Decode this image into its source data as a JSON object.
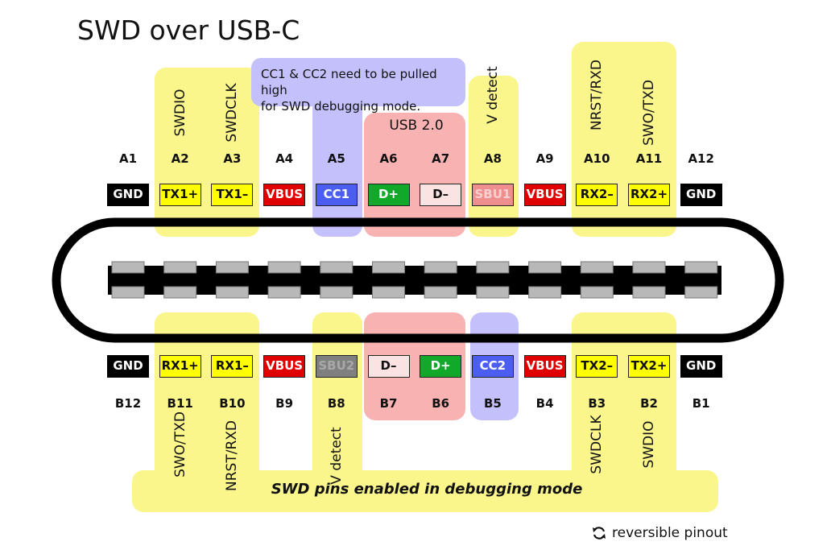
{
  "title": "SWD over USB-C",
  "note": [
    "CC1 & CC2 need to be pulled high",
    "for SWD debugging mode."
  ],
  "usb2_label": "USB 2.0",
  "bottom_note": "SWD pins enabled in debugging mode",
  "reversible_label": "reversible pinout",
  "colors": {
    "gnd": "#000000",
    "tx_rx": "#ffff00",
    "vbus": "#e10000",
    "cc": "#4c5ef2",
    "data_plus": "#12a92a",
    "data_minus": "#fbe3e3",
    "sbu1": "#ef8e8e",
    "sbu2": "#7f7f7f",
    "yellow_highlight": "#fbf68c",
    "purple_highlight": "#c4c0fb",
    "pink_highlight": "#f9b2b2"
  },
  "top_row": [
    {
      "pin": "A1",
      "signal": "GND",
      "style": "gnd"
    },
    {
      "pin": "A2",
      "signal": "TX1+",
      "style": "tx_rx",
      "swd": "SWDIO"
    },
    {
      "pin": "A3",
      "signal": "TX1–",
      "style": "tx_rx",
      "swd": "SWDCLK"
    },
    {
      "pin": "A4",
      "signal": "VBUS",
      "style": "vbus"
    },
    {
      "pin": "A5",
      "signal": "CC1",
      "style": "cc"
    },
    {
      "pin": "A6",
      "signal": "D+",
      "style": "data_plus"
    },
    {
      "pin": "A7",
      "signal": "D–",
      "style": "data_minus"
    },
    {
      "pin": "A8",
      "signal": "SBU1",
      "style": "sbu1",
      "swd": "V detect"
    },
    {
      "pin": "A9",
      "signal": "VBUS",
      "style": "vbus"
    },
    {
      "pin": "A10",
      "signal": "RX2–",
      "style": "tx_rx",
      "swd": "NRST/RXD"
    },
    {
      "pin": "A11",
      "signal": "RX2+",
      "style": "tx_rx",
      "swd": "SWO/TXD"
    },
    {
      "pin": "A12",
      "signal": "GND",
      "style": "gnd"
    }
  ],
  "bottom_row": [
    {
      "pin": "B12",
      "signal": "GND",
      "style": "gnd"
    },
    {
      "pin": "B11",
      "signal": "RX1+",
      "style": "tx_rx",
      "swd": "SWO/TXD"
    },
    {
      "pin": "B10",
      "signal": "RX1–",
      "style": "tx_rx",
      "swd": "NRST/RXD"
    },
    {
      "pin": "B9",
      "signal": "VBUS",
      "style": "vbus"
    },
    {
      "pin": "B8",
      "signal": "SBU2",
      "style": "sbu2",
      "swd": "V detect"
    },
    {
      "pin": "B7",
      "signal": "D–",
      "style": "data_minus"
    },
    {
      "pin": "B6",
      "signal": "D+",
      "style": "data_plus"
    },
    {
      "pin": "B5",
      "signal": "CC2",
      "style": "cc"
    },
    {
      "pin": "B4",
      "signal": "VBUS",
      "style": "vbus"
    },
    {
      "pin": "B3",
      "signal": "TX2–",
      "style": "tx_rx",
      "swd": "SWDCLK"
    },
    {
      "pin": "B2",
      "signal": "TX2+",
      "style": "tx_rx",
      "swd": "SWDIO"
    },
    {
      "pin": "B1",
      "signal": "GND",
      "style": "gnd"
    }
  ]
}
